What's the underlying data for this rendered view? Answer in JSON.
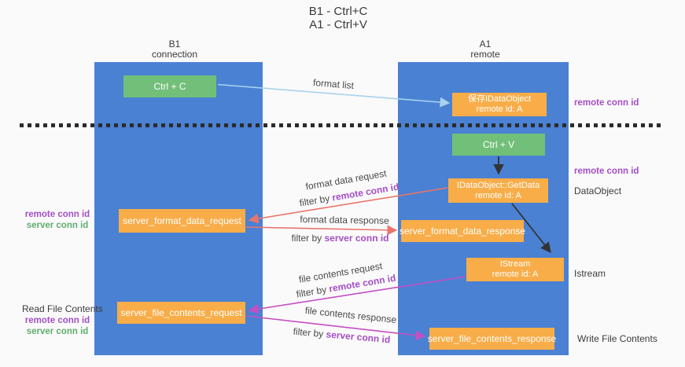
{
  "title": {
    "line1": "B1 - Ctrl+C",
    "line2": "A1 - Ctrl+V"
  },
  "columns": [
    {
      "id": "b1",
      "header_line1": "B1",
      "header_line2": "connection"
    },
    {
      "id": "a1",
      "header_line1": "A1",
      "header_line2": "remote"
    }
  ],
  "boxes": {
    "ctrl_c": "Ctrl + C",
    "ctrl_v": "Ctrl + V",
    "save_idataobject": {
      "line1": "保存IDataObject",
      "line2": "remote id: A"
    },
    "getdata": {
      "line1": "IDataObject::GetData",
      "line2": "remote id: A"
    },
    "istream": {
      "line1": "IStream",
      "line2": "remote id: A"
    },
    "server_format_data_request": "server_format_data_request",
    "server_format_data_response": "server_format_data_response",
    "server_file_contents_request": "server_file_contents_request",
    "server_file_contents_response": "server_file_contents_response"
  },
  "arrow_labels": {
    "format_list": "format list",
    "format_data_request": "format data request",
    "format_data_response": "format data response",
    "file_contents_request": "file contents request",
    "file_contents_response": "file contents response"
  },
  "terms": {
    "filter_by": "filter by ",
    "remote_conn_id": "remote conn id",
    "server_conn_id": "server conn id"
  },
  "side_labels": {
    "dataobject": "DataObject",
    "istream": "Istream",
    "read_file_contents": "Read File Contents",
    "write_file_contents": "Write File Contents"
  },
  "colors": {
    "column_blue": "#4a81d3",
    "box_green": "#72bf79",
    "box_orange": "#f8ad49",
    "arrow_lightblue": "#a9d2ee",
    "arrow_salmon": "#e8756b",
    "arrow_magenta": "#c44fc4",
    "arrow_black": "#333333",
    "text_purple": "#a44fc6",
    "text_green": "#5fae6d",
    "dash_black": "#2b2b2b",
    "background": "#fafafa"
  }
}
